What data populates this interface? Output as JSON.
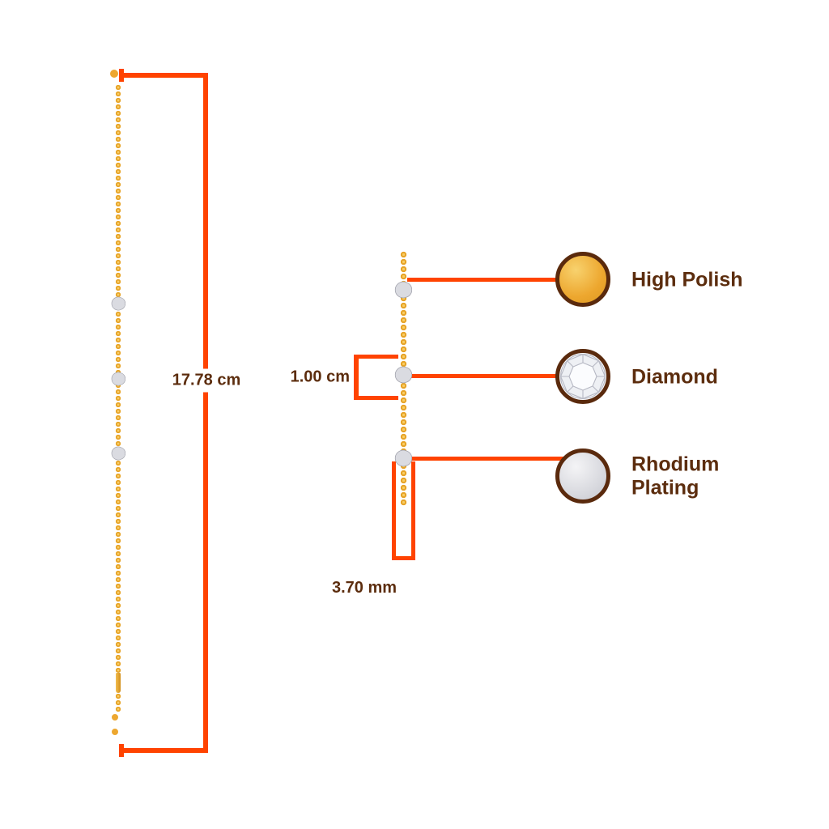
{
  "measurements": {
    "length": "17.78 cm",
    "charm": "1.00 cm",
    "width": "3.70 mm"
  },
  "legend": {
    "items": [
      {
        "label": "High Polish",
        "swatch": "gold-swatch"
      },
      {
        "label": "Diamond",
        "swatch": "diamond-swatch"
      },
      {
        "label": "Rhodium Plating",
        "swatch": "rhodium-swatch"
      }
    ]
  },
  "colors": {
    "accent": "#FF4300",
    "text": "#5C2D0E",
    "outline": "#5A2A0D",
    "gold": "#EDA72F",
    "gold-dark": "#C8821A",
    "rhodium": "#D9DAE0",
    "bg": "#FFFFFF"
  }
}
